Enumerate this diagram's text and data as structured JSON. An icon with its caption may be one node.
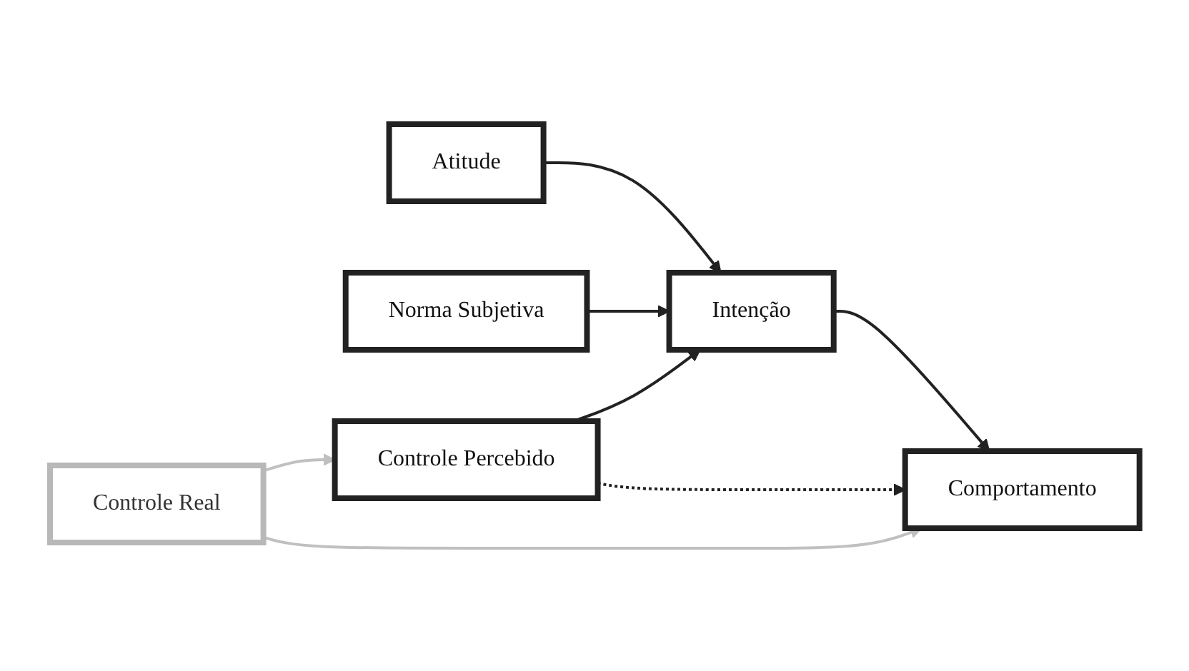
{
  "diagram": {
    "nodes": [
      {
        "text": [
          "Atitude"
        ]
      },
      {
        "text": [
          "Norma Subjetiva"
        ]
      },
      {
        "text": [
          "Intenção"
        ]
      },
      {
        "text": [
          "Controle Percebido"
        ]
      },
      {
        "text": [
          "Comportamento"
        ]
      },
      {
        "text": [
          "Controle Real"
        ]
      }
    ],
    "edges": [
      {
        "from": 0,
        "to": 2,
        "arrow": "to"
      },
      {
        "from": 1,
        "to": 2,
        "arrow": "to"
      },
      {
        "from": 3,
        "to": 2,
        "arrow": "to"
      },
      {
        "from": 2,
        "to": 4,
        "arrow": "to"
      },
      {
        "from": 3,
        "to": 4,
        "arrow": "to",
        "style": "dashed"
      },
      {
        "from": 5,
        "to": 4,
        "arrow": "to",
        "color": "#c0c0c0"
      },
      {
        "from": 5,
        "to": 3,
        "arrow": "to",
        "color": "#c0c0c0"
      }
    ]
  }
}
